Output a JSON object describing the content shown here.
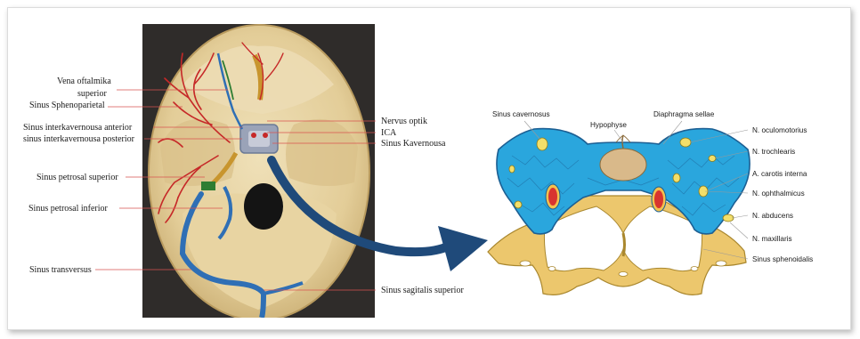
{
  "photo_labels": {
    "vena_oftalmika_1": "Vena oftalmika",
    "vena_oftalmika_2": "superior",
    "sinus_sphenoparietal": "Sinus Sphenoparietal",
    "sinus_interkav_anterior": "Sinus interkavernousa anterior",
    "sinus_interkav_posterior": "sinus interkavernousa posterior",
    "sinus_petrosal_superior": "Sinus petrosal superior",
    "sinus_petrosal_inferior": "Sinus petrosal inferior",
    "sinus_transversus": "Sinus transversus",
    "nervus_optik": "Nervus optik",
    "ica": "ICA",
    "sinus_kavernousa": "Sinus Kavernousa",
    "sinus_sagitalis_superior": "Sinus sagitalis superior"
  },
  "diagram_labels": {
    "sinus_cavernosus": "Sinus cavernosus",
    "hypophyse": "Hypophyse",
    "diaphragma_sellae": "Diaphragma sellae",
    "n_oculomotorius": "N. oculomotorius",
    "n_trochlearis": "N. trochlearis",
    "a_carotis_interna": "A. carotis interna",
    "n_ophthalmicus": "N. ophthalmicus",
    "n_abducens": "N. abducens",
    "n_maxillaris": "N. maxillaris",
    "sinus_sphenoidalis": "Sinus sphenoidalis"
  },
  "colors": {
    "photo_background": "#2f2c2a",
    "bone": "#e6d3a6",
    "artery_red": "#c62828",
    "vein_blue": "#2f6fb5",
    "sinus_blue": "#2aa6dd",
    "yellow_bone": "#ecc76d",
    "arrow_navy": "#1f4a7a",
    "leader_red": "#d9534f"
  },
  "icons": {
    "connector": "curved-arrow-icon"
  }
}
